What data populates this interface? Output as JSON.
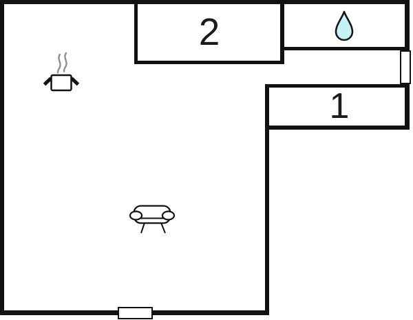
{
  "colors": {
    "background": "#ffffff",
    "wall": "#121212",
    "label": "#1a1a1a",
    "drop_fill": "#c6f1f5",
    "drop_stroke": "#161616",
    "steam": "#8f8f8f"
  },
  "rooms": {
    "room2": {
      "label": "2"
    },
    "room1": {
      "label": "1"
    }
  },
  "icons": {
    "cooking_pot": "cooking-pot-icon",
    "water_drop": "water-drop-icon",
    "sofa": "sofa-icon"
  },
  "openings": {
    "bottom_door": "door-opening-bottom",
    "right_window": "window-opening-right"
  }
}
